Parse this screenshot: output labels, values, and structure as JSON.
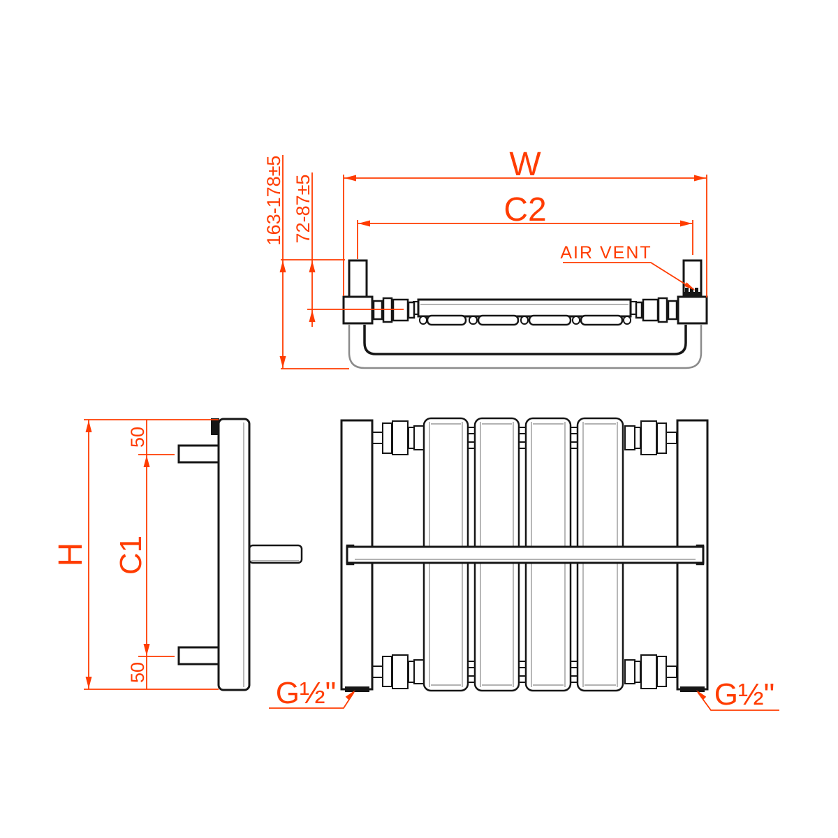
{
  "views": {
    "top": {
      "width_dim": "W",
      "center_dim": "C2",
      "wall_depth_dim": "163-178±5",
      "pipe_depth_dim": "72-87±5",
      "air_vent_label": "AIR VENT"
    },
    "side": {
      "height_dim": "H",
      "center_dim": "C1",
      "top_offset_dim": "50",
      "bottom_offset_dim": "50"
    },
    "front": {
      "left_thread_label": "G½\"",
      "right_thread_label": "G½\""
    },
    "colors": {
      "dimension_red": "#FF3C00",
      "outline_black": "#161616",
      "shadow_gray": "#8B8B8B"
    }
  }
}
